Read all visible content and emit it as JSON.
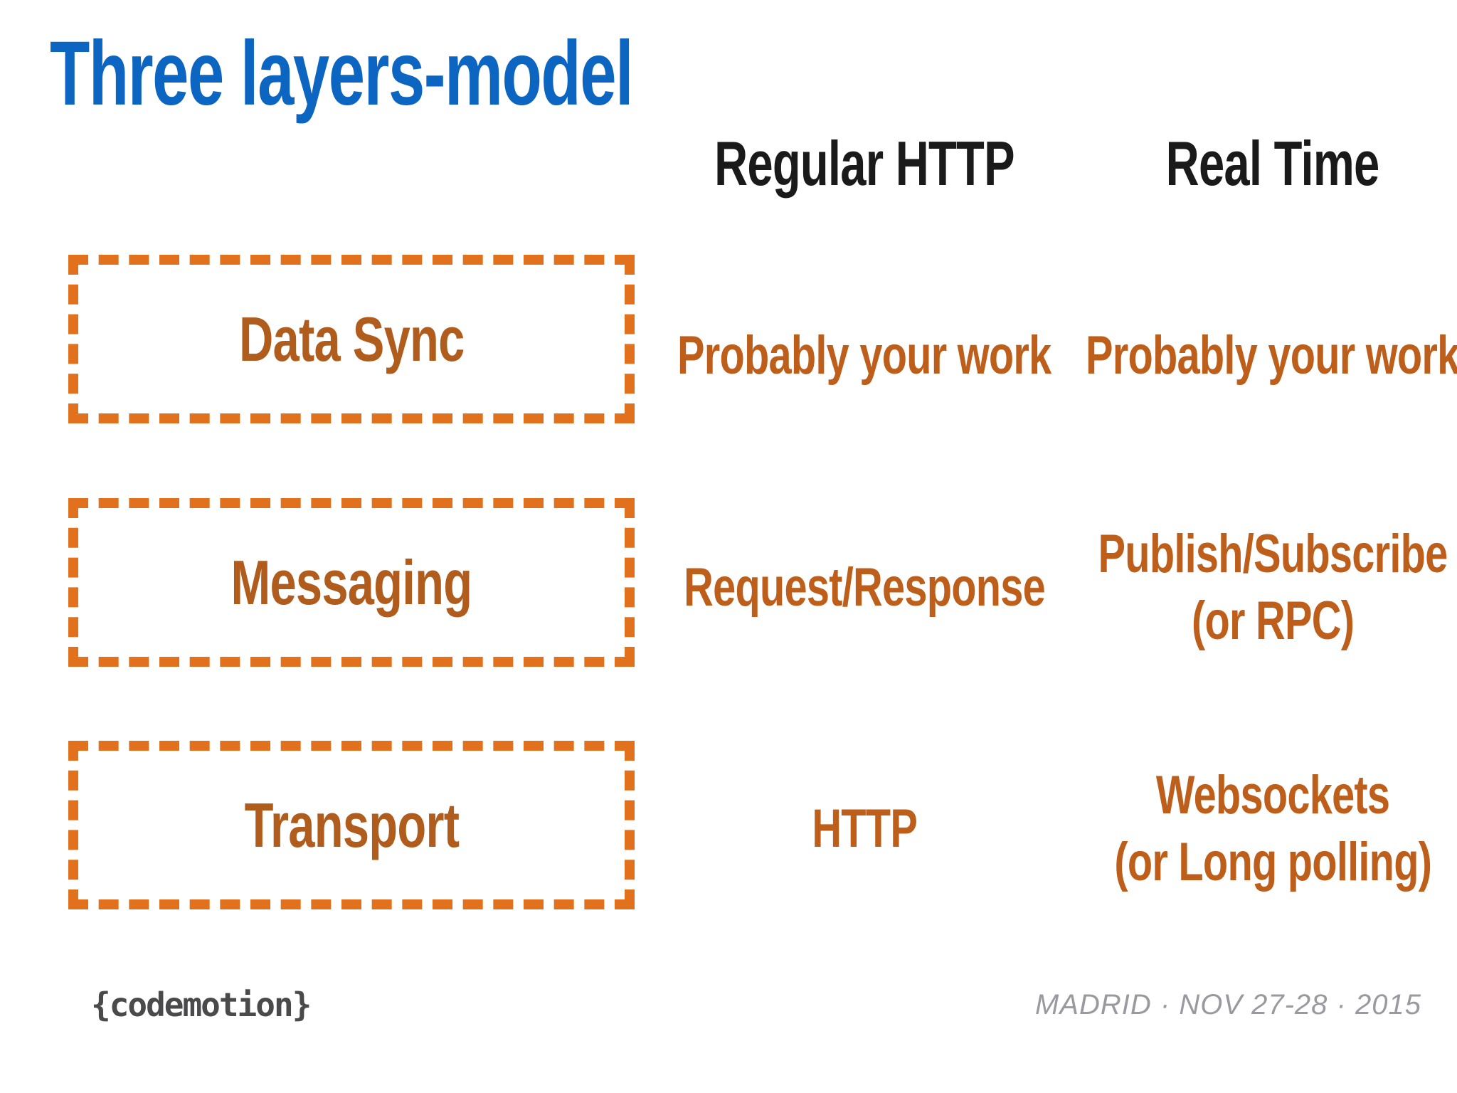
{
  "slide": {
    "title": "Three layers-model",
    "columns": {
      "regular_http": "Regular HTTP",
      "real_time": "Real Time"
    },
    "rows": [
      {
        "layer": "Data Sync",
        "regular_http": "Probably your work",
        "real_time": "Probably your work"
      },
      {
        "layer": "Messaging",
        "regular_http": "Request/Response",
        "real_time": "Publish/Subscribe",
        "real_time_line2": "(or RPC)"
      },
      {
        "layer": "Transport",
        "regular_http": "HTTP",
        "real_time": "Websockets",
        "real_time_line2": "(or Long polling)"
      }
    ],
    "footer": {
      "logo": "{codemotion}",
      "event": "MADRID · NOV 27-28 · 2015"
    },
    "colors": {
      "title_blue": "#0d65c2",
      "header_black": "#1a1a1a",
      "box_border_orange": "#e2711d",
      "box_label_orange": "#b05c1d",
      "value_orange": "#bd5f1b",
      "logo_gray": "#4a4a4d",
      "date_gray": "#9b99a0"
    }
  }
}
